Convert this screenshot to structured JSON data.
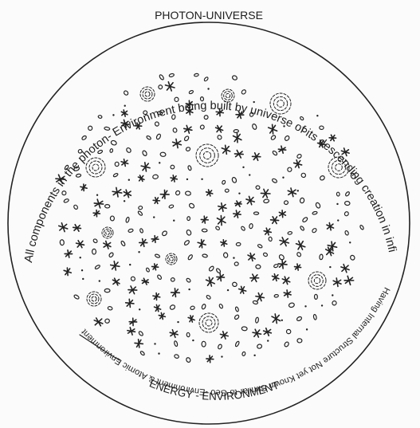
{
  "diagram": {
    "title": "PHOTON-UNIVERSE",
    "top_arc_text": "All components in the photon- Environment being built by universe of its descending creation in infinite number",
    "bottom_right_arc_text": "Having Internal Structure Not yet Known Similar to Geo -Environment & Atomic Environment",
    "bottom_label": "ENERGY - ENVIRONMENT"
  }
}
